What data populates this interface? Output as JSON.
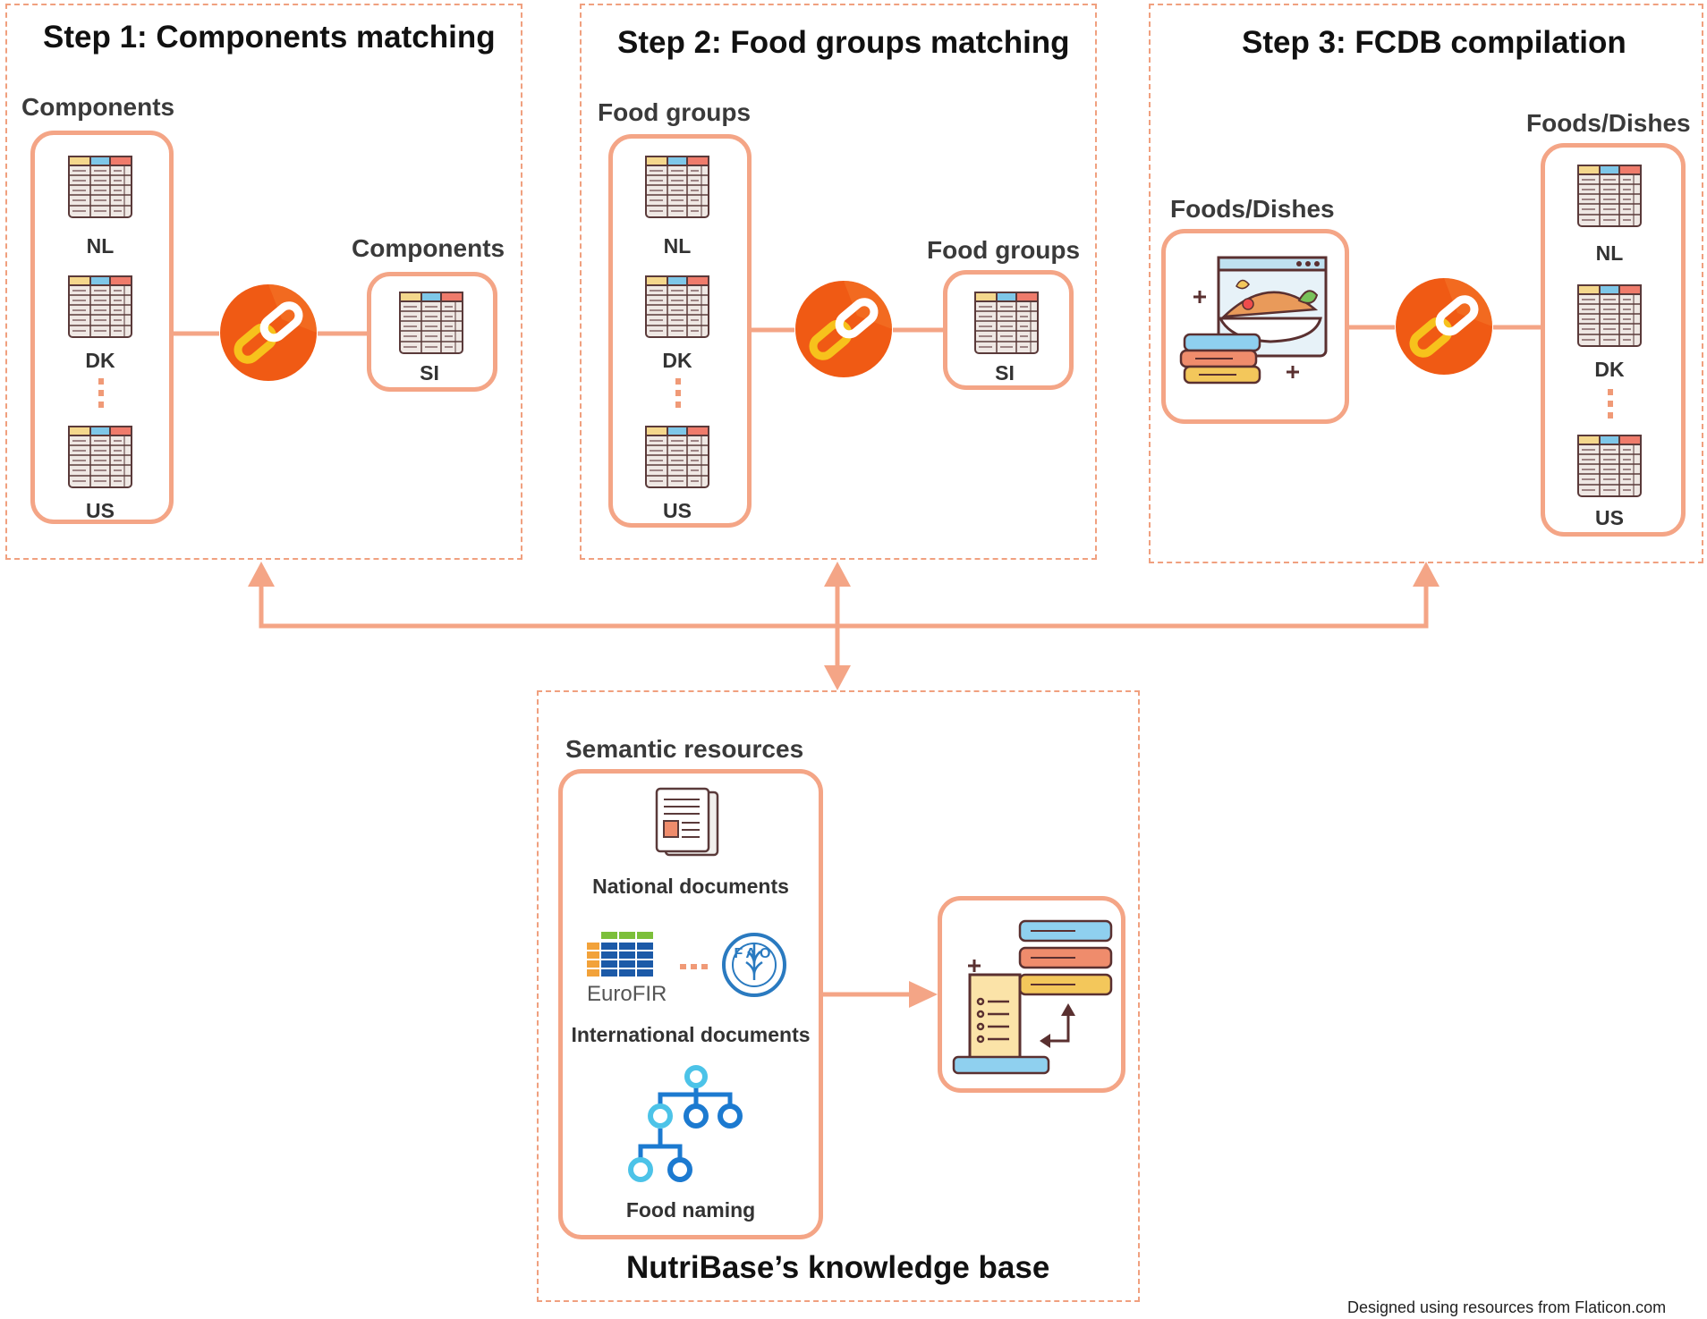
{
  "step1": {
    "title": "Step 1: Components matching",
    "source_label": "Components",
    "source_items": [
      "NL",
      "DK",
      "US"
    ],
    "target_label": "Components",
    "target_item": "SI"
  },
  "step2": {
    "title": "Step 2: Food groups matching",
    "source_label": "Food groups",
    "source_items": [
      "NL",
      "DK",
      "US"
    ],
    "target_label": "Food groups",
    "target_item": "SI"
  },
  "step3": {
    "title": "Step 3: FCDB compilation",
    "source_label": "Foods/Dishes",
    "target_label": "Foods/Dishes",
    "target_items": [
      "NL",
      "DK",
      "US"
    ]
  },
  "knowledge_base": {
    "title": "NutriBase’s knowledge base",
    "resources_label": "Semantic resources",
    "national_docs": "National documents",
    "international_docs": "International documents",
    "eurofir_logo": "EuroFIR",
    "fao_logo": "FAO",
    "food_naming": "Food naming"
  },
  "credit": "Designed using resources from Flaticon.com",
  "colors": {
    "accent": "#f4a586",
    "panel_border": "#f0a07f",
    "link_orange": "#f05a14",
    "link_yellow": "#f7c21c"
  }
}
